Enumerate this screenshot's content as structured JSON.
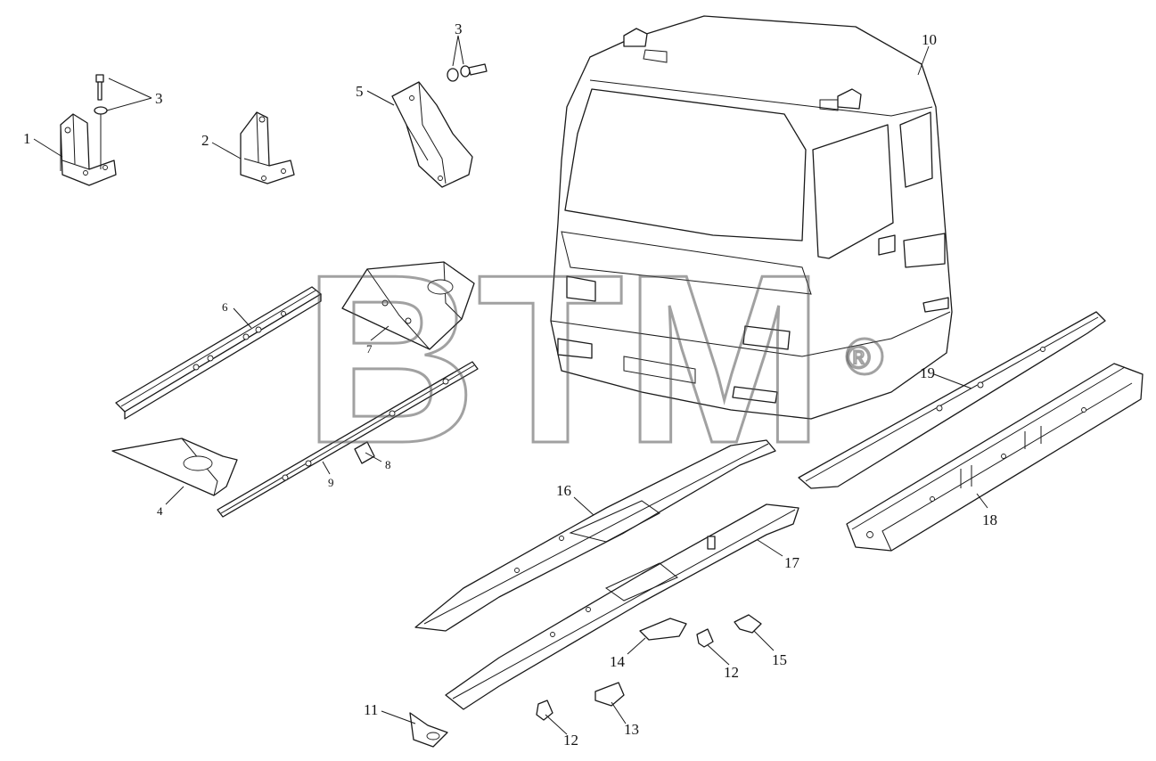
{
  "callouts": {
    "c1": "1",
    "c2": "2",
    "c3a": "3",
    "c3b": "3",
    "c4": "4",
    "c5": "5",
    "c6": "6",
    "c7": "7",
    "c8": "8",
    "c9": "9",
    "c10": "10",
    "c11": "11",
    "c12a": "12",
    "c12b": "12",
    "c13": "13",
    "c14": "14",
    "c15": "15",
    "c16": "16",
    "c17": "17",
    "c18": "18",
    "c19": "19"
  },
  "watermark": {
    "logo": "BTM",
    "registered": "®"
  },
  "colors": {
    "line": "#1a1a1a",
    "background": "#ffffff",
    "watermark": "#555555"
  }
}
